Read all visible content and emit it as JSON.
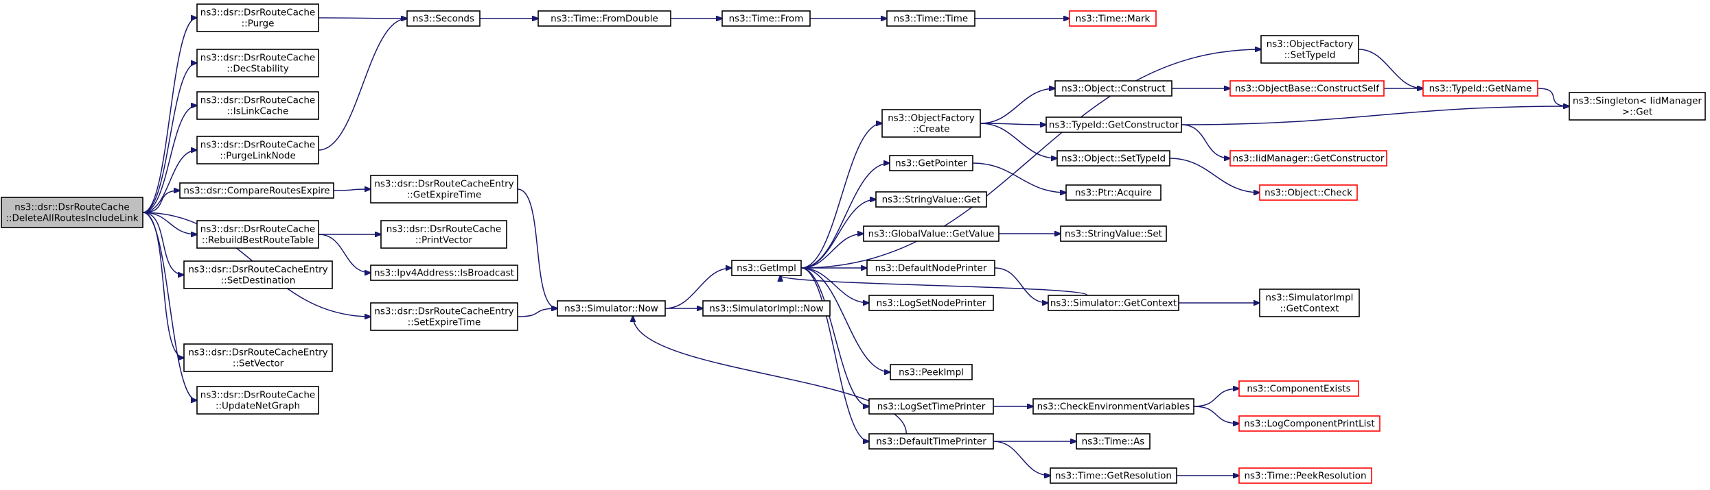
{
  "nodes": [
    {
      "id": "n0",
      "lines": [
        "ns3::dsr::DsrRouteCache",
        "::DeleteAllRoutesIncludeLink"
      ],
      "style": "root"
    },
    {
      "id": "n1",
      "lines": [
        "ns3::dsr::DsrRouteCache",
        "::Purge"
      ],
      "style": "normal"
    },
    {
      "id": "n2",
      "lines": [
        "ns3::dsr::DsrRouteCache",
        "::DecStability"
      ],
      "style": "normal"
    },
    {
      "id": "n3",
      "lines": [
        "ns3::dsr::DsrRouteCache",
        "::IsLinkCache"
      ],
      "style": "normal"
    },
    {
      "id": "n4",
      "lines": [
        "ns3::dsr::DsrRouteCache",
        "::PurgeLinkNode"
      ],
      "style": "normal"
    },
    {
      "id": "n5",
      "lines": [
        "ns3::dsr::CompareRoutesExpire"
      ],
      "style": "normal"
    },
    {
      "id": "n6",
      "lines": [
        "ns3::dsr::DsrRouteCache",
        "::RebuildBestRouteTable"
      ],
      "style": "normal"
    },
    {
      "id": "n7",
      "lines": [
        "ns3::dsr::DsrRouteCacheEntry",
        "::SetDestination"
      ],
      "style": "normal"
    },
    {
      "id": "n8",
      "lines": [
        "ns3::dsr::DsrRouteCacheEntry",
        "::SetExpireTime"
      ],
      "style": "normal"
    },
    {
      "id": "n9",
      "lines": [
        "ns3::dsr::DsrRouteCacheEntry",
        "::SetVector"
      ],
      "style": "normal"
    },
    {
      "id": "n10",
      "lines": [
        "ns3::dsr::DsrRouteCache",
        "::UpdateNetGraph"
      ],
      "style": "normal"
    },
    {
      "id": "n11",
      "lines": [
        "ns3::Seconds"
      ],
      "style": "normal"
    },
    {
      "id": "n12",
      "lines": [
        "ns3::dsr::DsrRouteCacheEntry",
        "::GetExpireTime"
      ],
      "style": "normal"
    },
    {
      "id": "n13",
      "lines": [
        "ns3::dsr::DsrRouteCache",
        "::PrintVector"
      ],
      "style": "normal"
    },
    {
      "id": "n14",
      "lines": [
        "ns3::Ipv4Address::IsBroadcast"
      ],
      "style": "normal"
    },
    {
      "id": "n15",
      "lines": [
        "ns3::Simulator::Now"
      ],
      "style": "normal"
    },
    {
      "id": "n16",
      "lines": [
        "ns3::Time::FromDouble"
      ],
      "style": "normal"
    },
    {
      "id": "n17",
      "lines": [
        "ns3::Time::From"
      ],
      "style": "normal"
    },
    {
      "id": "n18",
      "lines": [
        "ns3::Time::Time"
      ],
      "style": "normal"
    },
    {
      "id": "n19",
      "lines": [
        "ns3::Time::Mark"
      ],
      "style": "red"
    },
    {
      "id": "n20",
      "lines": [
        "ns3::GetImpl"
      ],
      "style": "normal"
    },
    {
      "id": "n21",
      "lines": [
        "ns3::SimulatorImpl::Now"
      ],
      "style": "normal"
    },
    {
      "id": "n22",
      "lines": [
        "ns3::ObjectFactory",
        "::Create"
      ],
      "style": "normal"
    },
    {
      "id": "n23",
      "lines": [
        "ns3::GetPointer"
      ],
      "style": "normal"
    },
    {
      "id": "n24",
      "lines": [
        "ns3::StringValue::Get"
      ],
      "style": "normal"
    },
    {
      "id": "n25",
      "lines": [
        "ns3::GlobalValue::GetValue"
      ],
      "style": "normal"
    },
    {
      "id": "n26",
      "lines": [
        "ns3::DefaultNodePrinter"
      ],
      "style": "normal"
    },
    {
      "id": "n27",
      "lines": [
        "ns3::LogSetNodePrinter"
      ],
      "style": "normal"
    },
    {
      "id": "n28",
      "lines": [
        "ns3::PeekImpl"
      ],
      "style": "normal"
    },
    {
      "id": "n29",
      "lines": [
        "ns3::LogSetTimePrinter"
      ],
      "style": "normal"
    },
    {
      "id": "n30",
      "lines": [
        "ns3::DefaultTimePrinter"
      ],
      "style": "normal"
    },
    {
      "id": "n31",
      "lines": [
        "ns3::ObjectFactory",
        "::SetTypeId"
      ],
      "style": "normal"
    },
    {
      "id": "n32",
      "lines": [
        "ns3::Object::Construct"
      ],
      "style": "normal"
    },
    {
      "id": "n33",
      "lines": [
        "ns3::TypeId::GetConstructor"
      ],
      "style": "normal"
    },
    {
      "id": "n34",
      "lines": [
        "ns3::Object::SetTypeId"
      ],
      "style": "normal"
    },
    {
      "id": "n35",
      "lines": [
        "ns3::Ptr::Acquire"
      ],
      "style": "normal"
    },
    {
      "id": "n36",
      "lines": [
        "ns3::StringValue::Set"
      ],
      "style": "normal"
    },
    {
      "id": "n37",
      "lines": [
        "ns3::Simulator::GetContext"
      ],
      "style": "normal"
    },
    {
      "id": "n38",
      "lines": [
        "ns3::CheckEnvironmentVariables"
      ],
      "style": "normal"
    },
    {
      "id": "n39",
      "lines": [
        "ns3::Time::As"
      ],
      "style": "normal"
    },
    {
      "id": "n40",
      "lines": [
        "ns3::Time::GetResolution"
      ],
      "style": "normal"
    },
    {
      "id": "n41",
      "lines": [
        "ns3::ObjectBase::ConstructSelf"
      ],
      "style": "red"
    },
    {
      "id": "n42",
      "lines": [
        "ns3::IidManager::GetConstructor"
      ],
      "style": "red"
    },
    {
      "id": "n43",
      "lines": [
        "ns3::Object::Check"
      ],
      "style": "red"
    },
    {
      "id": "n44",
      "lines": [
        "ns3::SimulatorImpl",
        "::GetContext"
      ],
      "style": "normal"
    },
    {
      "id": "n45",
      "lines": [
        "ns3::ComponentExists"
      ],
      "style": "red"
    },
    {
      "id": "n46",
      "lines": [
        "ns3::LogComponentPrintList"
      ],
      "style": "red"
    },
    {
      "id": "n47",
      "lines": [
        "ns3::Time::PeekResolution"
      ],
      "style": "red"
    },
    {
      "id": "n48",
      "lines": [
        "ns3::TypeId::GetName"
      ],
      "style": "red"
    },
    {
      "id": "n49",
      "lines": [
        "ns3::Singleton< IidManager",
        ">::Get"
      ],
      "style": "normal"
    }
  ],
  "edges": [
    [
      "n0",
      "n1"
    ],
    [
      "n0",
      "n2"
    ],
    [
      "n0",
      "n3"
    ],
    [
      "n0",
      "n4"
    ],
    [
      "n0",
      "n5"
    ],
    [
      "n0",
      "n6"
    ],
    [
      "n0",
      "n7"
    ],
    [
      "n0",
      "n8"
    ],
    [
      "n0",
      "n9"
    ],
    [
      "n0",
      "n10"
    ],
    [
      "n1",
      "n11"
    ],
    [
      "n4",
      "n11"
    ],
    [
      "n5",
      "n12"
    ],
    [
      "n6",
      "n13"
    ],
    [
      "n6",
      "n14"
    ],
    [
      "n12",
      "n15"
    ],
    [
      "n8",
      "n15"
    ],
    [
      "n11",
      "n16"
    ],
    [
      "n16",
      "n17"
    ],
    [
      "n17",
      "n18"
    ],
    [
      "n18",
      "n19"
    ],
    [
      "n15",
      "n20"
    ],
    [
      "n15",
      "n21"
    ],
    [
      "n30",
      "n15"
    ],
    [
      "n20",
      "n22"
    ],
    [
      "n20",
      "n23"
    ],
    [
      "n20",
      "n24"
    ],
    [
      "n20",
      "n25"
    ],
    [
      "n20",
      "n26"
    ],
    [
      "n20",
      "n27"
    ],
    [
      "n20",
      "n28"
    ],
    [
      "n20",
      "n29"
    ],
    [
      "n20",
      "n30"
    ],
    [
      "n20",
      "n31"
    ],
    [
      "n37",
      "n20"
    ],
    [
      "n22",
      "n32"
    ],
    [
      "n22",
      "n33"
    ],
    [
      "n22",
      "n34"
    ],
    [
      "n23",
      "n35"
    ],
    [
      "n25",
      "n36"
    ],
    [
      "n26",
      "n37"
    ],
    [
      "n29",
      "n38"
    ],
    [
      "n30",
      "n39"
    ],
    [
      "n30",
      "n40"
    ],
    [
      "n32",
      "n41"
    ],
    [
      "n33",
      "n42"
    ],
    [
      "n33",
      "n49"
    ],
    [
      "n34",
      "n43"
    ],
    [
      "n37",
      "n44"
    ],
    [
      "n38",
      "n45"
    ],
    [
      "n38",
      "n46"
    ],
    [
      "n40",
      "n47"
    ],
    [
      "n41",
      "n48"
    ],
    [
      "n31",
      "n48"
    ],
    [
      "n48",
      "n49"
    ]
  ],
  "colors": {
    "edge": "#191970",
    "node_border": "#000000",
    "external_border": "#ff0000",
    "root_fill": "#bfbfbf"
  }
}
